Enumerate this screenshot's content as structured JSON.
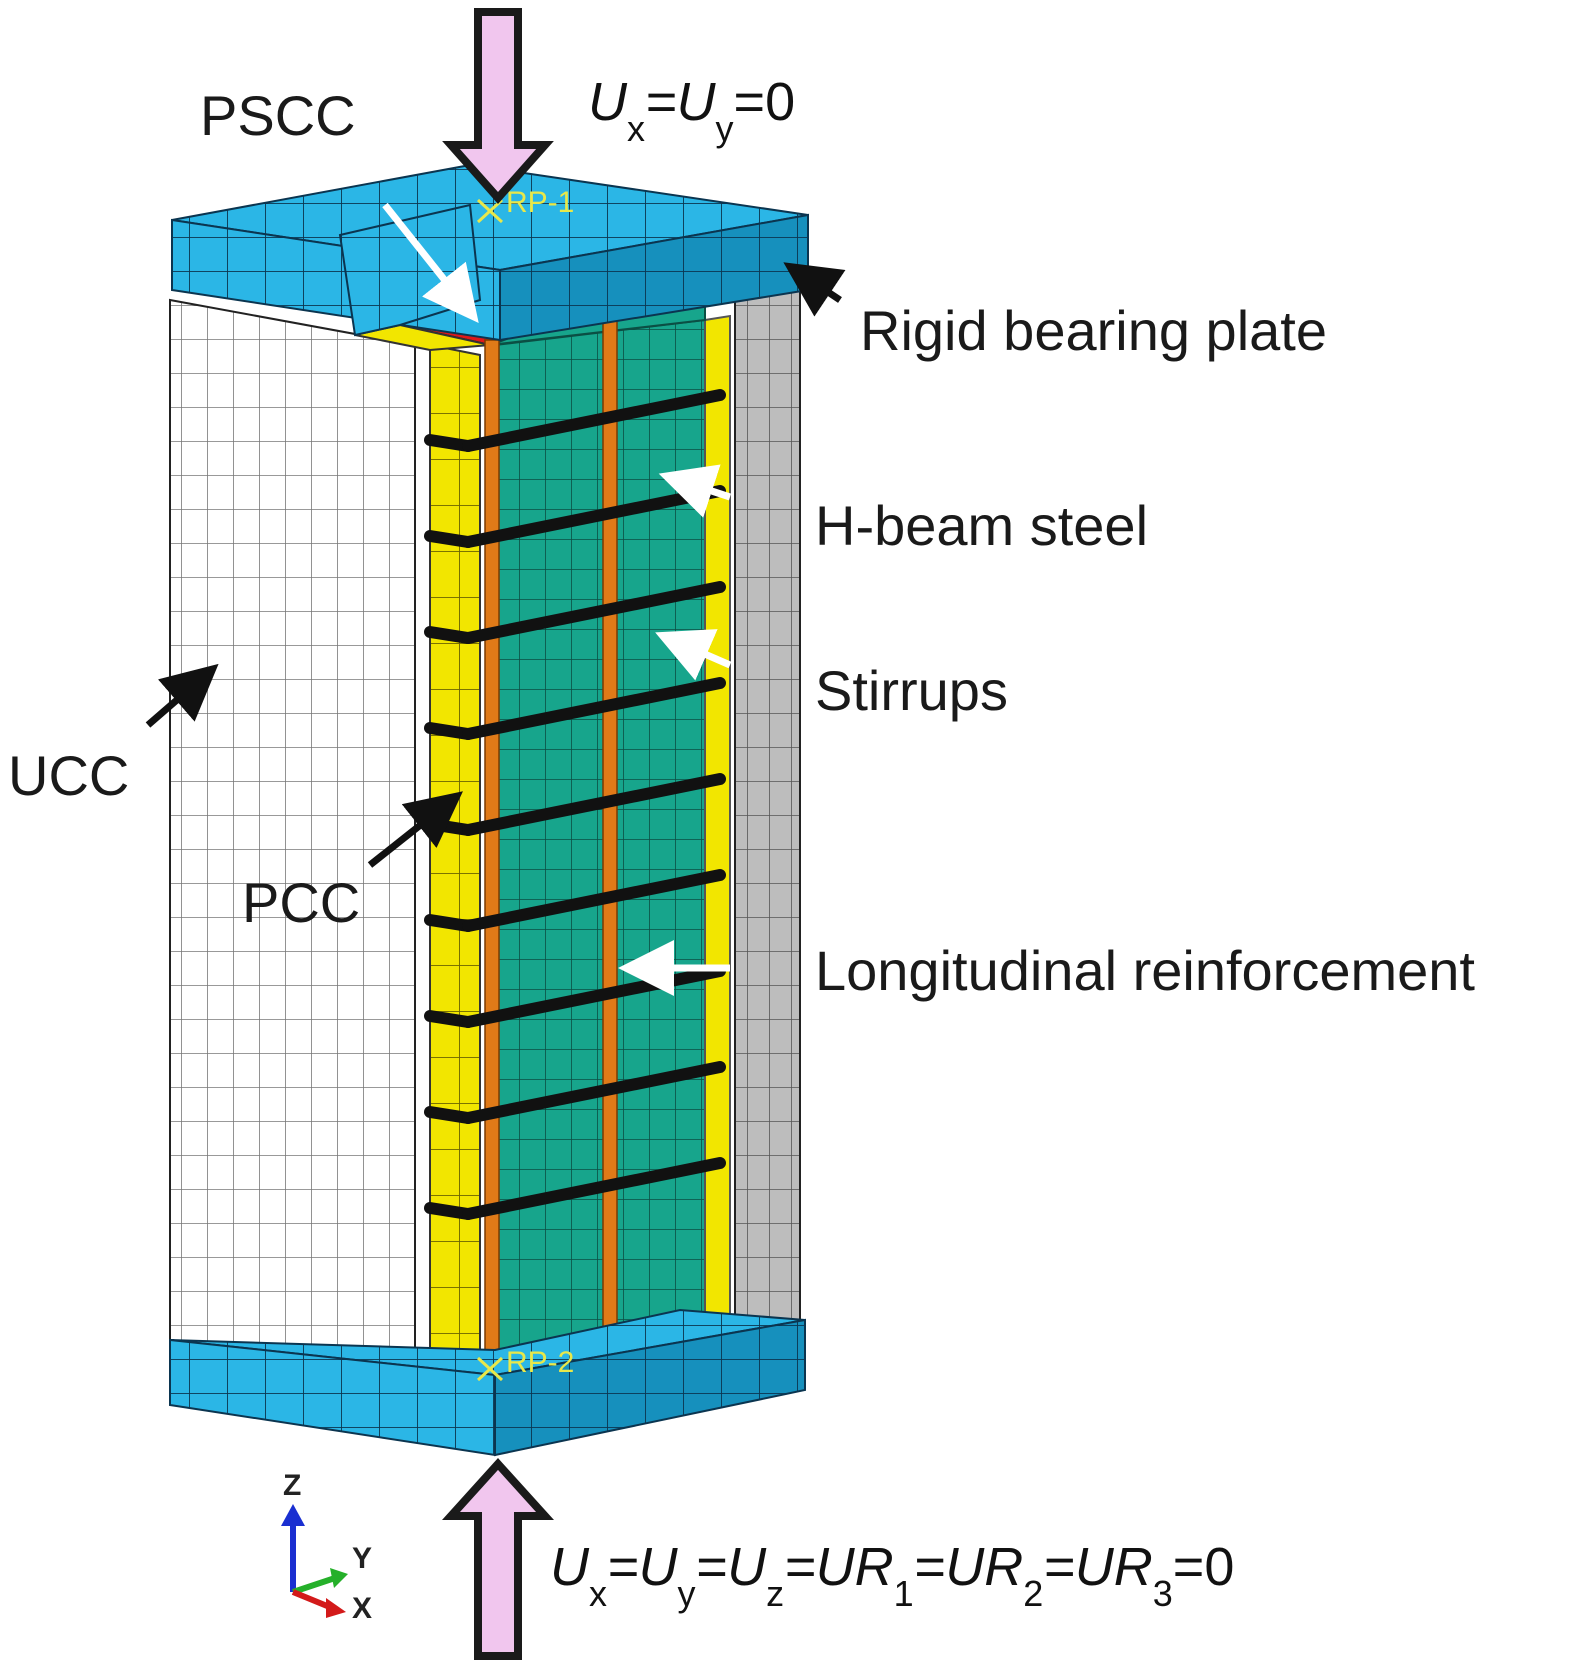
{
  "labels": {
    "pscc": "PSCC",
    "rigid_bearing_plate": "Rigid bearing plate",
    "h_beam_steel": "H-beam steel",
    "stirrups": "Stirrups",
    "ucc": "UCC",
    "pcc": "PCC",
    "longitudinal_reinforcement": "Longitudinal reinforcement"
  },
  "reference_points": {
    "top": "RP-1",
    "bottom": "RP-2"
  },
  "boundary_conditions": {
    "top": {
      "parts": [
        {
          "t": "U"
        },
        {
          "t": "x",
          "sub": true
        },
        {
          "t": "=U"
        },
        {
          "t": "y",
          "sub": true
        },
        {
          "t": "=0"
        }
      ]
    },
    "bottom": {
      "parts": [
        {
          "t": "U"
        },
        {
          "t": "x",
          "sub": true
        },
        {
          "t": "=U"
        },
        {
          "t": "y",
          "sub": true
        },
        {
          "t": "=U"
        },
        {
          "t": "z",
          "sub": true
        },
        {
          "t": "=UR"
        },
        {
          "t": "1",
          "sub": true
        },
        {
          "t": "=UR"
        },
        {
          "t": "2",
          "sub": true
        },
        {
          "t": "=UR"
        },
        {
          "t": "3",
          "sub": true
        },
        {
          "t": "=0"
        }
      ]
    }
  },
  "axes": {
    "z": "Z",
    "y": "Y",
    "x": "X"
  },
  "colors": {
    "plate": "#2bb6e6",
    "plate_dark": "#1690bd",
    "ucc": "#ffffff",
    "ucc_side": "#bdbdbd",
    "pcc": "#f2e600",
    "steel": "#17a58c",
    "rebar": "#e07a18",
    "stirrup": "#111111",
    "pscc": "#e01818",
    "load_arrow": "#f1c6ee"
  }
}
